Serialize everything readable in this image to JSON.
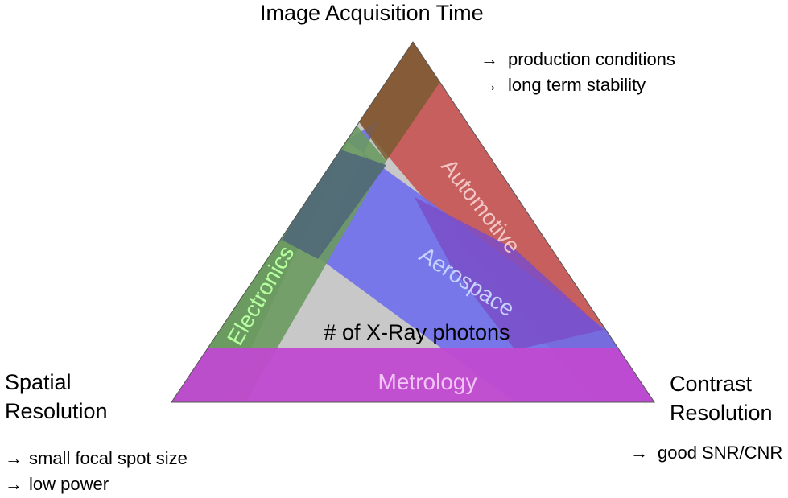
{
  "colors": {
    "base": "#c8c8c8",
    "automotive": "#c85a5a",
    "aerospace": "#6e6eec",
    "electronics": "#6a9a60",
    "metrology": "#c04ad0",
    "overlap_dark": "#7a5a30",
    "overlap_teal": "#506878"
  },
  "top": {
    "title": "Image Acquisition Time",
    "notes": [
      {
        "arrow": "→",
        "text": "production conditions"
      },
      {
        "arrow": "→",
        "text": "long term stability"
      }
    ]
  },
  "left": {
    "title_line1": "Spatial",
    "title_line2": "Resolution",
    "notes": [
      {
        "arrow": "→",
        "text": "small focal spot size"
      },
      {
        "arrow": "→",
        "text": "low power"
      }
    ]
  },
  "right": {
    "title_line1": "Contrast",
    "title_line2": "Resolution",
    "notes": [
      {
        "arrow": "→",
        "text": "good SNR/CNR"
      }
    ]
  },
  "center": {
    "label": "# of X-Ray photons"
  },
  "zones": {
    "automotive": "Automotive",
    "aerospace": "Aerospace",
    "electronics": "Electronics",
    "metrology": "Metrology"
  }
}
